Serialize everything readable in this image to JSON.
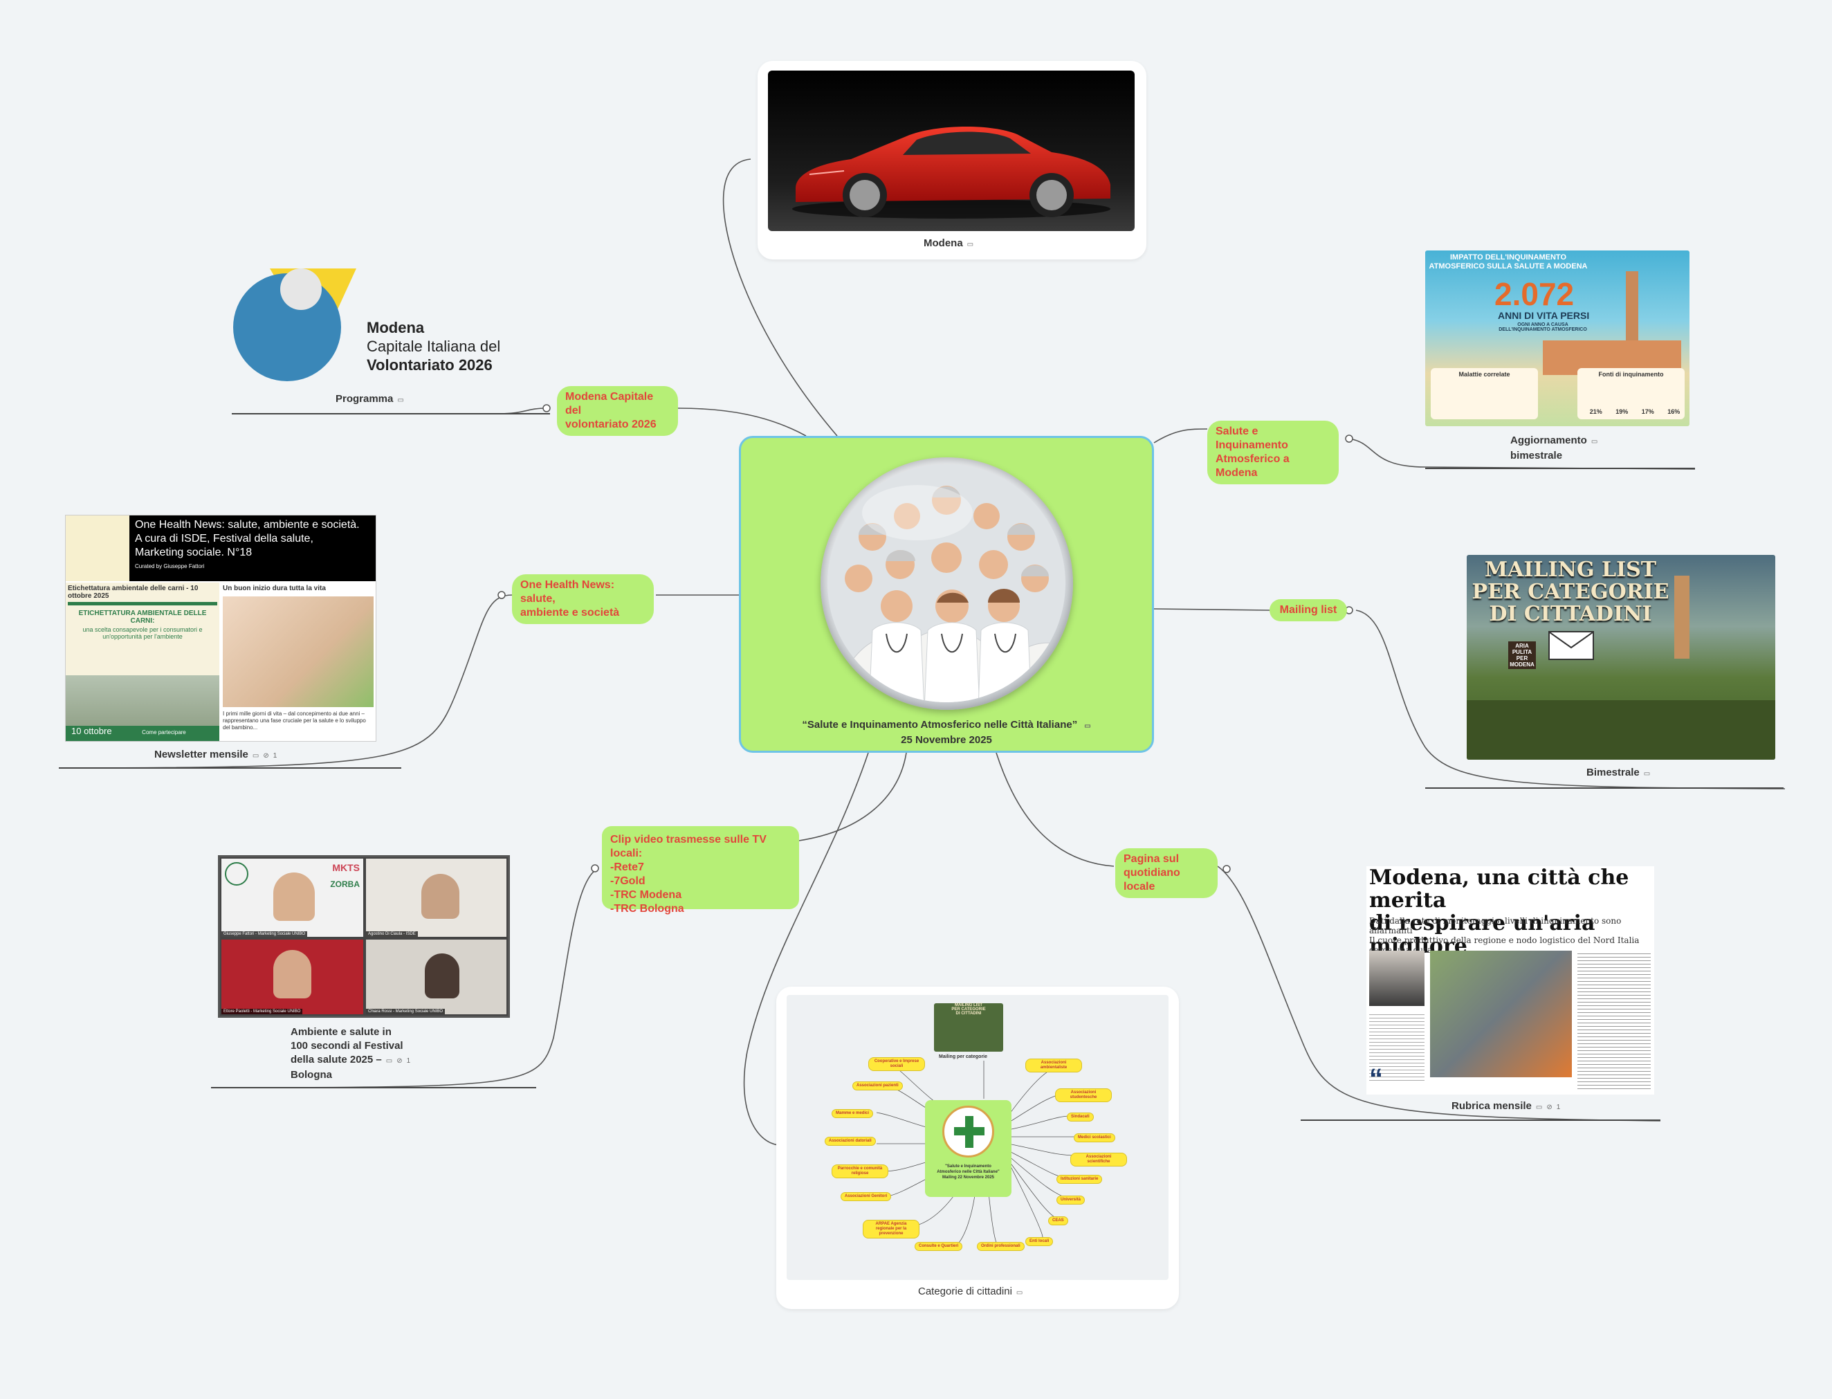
{
  "central": {
    "title_line1": "“Salute e Inquinamento Atmosferico nelle Città Italiane”",
    "title_line2": "25 Novembre 2025"
  },
  "branches": {
    "modena_capitale": {
      "line1": "Modena Capitale del",
      "line2": "volontariato 2026",
      "caption": "Programma",
      "logo": {
        "line1": "Modena",
        "line2": "Capitale Italiana del",
        "line3": "Volontariato 2026"
      }
    },
    "modena_car": {
      "caption": "Modena"
    },
    "one_health": {
      "line1": "One Health News: salute,",
      "line2": "ambiente e società",
      "caption": "Newsletter mensile",
      "attach_count": "1",
      "thumb": {
        "header_line1": "One Health News: salute, ambiente e società.",
        "header_line2": "A cura di ISDE, Festival della salute,",
        "header_line3": "Marketing sociale. N°18",
        "curated": "Curated by Giuseppe Fattori",
        "left_title": "Etichettatura ambientale delle carni - 10 ottobre 2025",
        "left_heading": "ETICHETTATURA AMBIENTALE DELLE CARNI:",
        "left_sub": "una scelta consapevole per i consumatori e un'opportunità per l'ambiente",
        "left_date": "10 ottobre",
        "left_link": "Come partecipare",
        "right_title": "Un buon inizio dura tutta la vita",
        "right_text": "I primi mille giorni di vita – dal concepimento ai due anni – rappresentano una fase cruciale per la salute e lo sviluppo del bambino..."
      }
    },
    "clip_video": {
      "line1": "Clip video trasmesse sulle TV locali:",
      "line2": "-Rete7",
      "line3": "-7Gold",
      "line4": "-TRC Modena",
      "line5": "-TRC Bologna",
      "caption_line1": "Ambiente e salute in",
      "caption_line2": "100 secondi al Festival",
      "caption_line3": "della salute 2025 –",
      "caption_line4": "Bologna",
      "attach_count": "1",
      "thumb": {
        "p1": "Giuseppe Fattori - Marketing Sociale UNIBO",
        "p2": "Agostino Di Ciaula - ISDE",
        "p3": "Ettore Paoletti - Marketing Sociale UNIBO",
        "p4": "Chiara Rossi - Marketing Sociale UNIBO",
        "logo": "MKTS",
        "logo2": "ZORBA"
      }
    },
    "salute": {
      "line1": "Salute e Inquinamento",
      "line2": "Atmosferico a Modena",
      "caption_line1": "Aggiornamento",
      "caption_line2": "bimestrale",
      "thumb": {
        "title": "IMPATTO DELL'INQUINAMENTO ATMOSFERICO SULLA SALUTE A MODENA",
        "number": "2.072",
        "sub": "ANNI DI VITA PERSI",
        "sub2": "OGNI ANNO A CAUSA DELL'INQUINAMENTO ATMOSFERICO",
        "box1": "Malattie correlate",
        "box2": "Fonti di inquinamento",
        "p1": "21%",
        "p2": "19%",
        "p3": "17%",
        "p4": "16%"
      }
    },
    "mailing": {
      "label": "Mailing list",
      "caption": "Bimestrale",
      "thumb": {
        "line1": "MAILING LIST",
        "line2": "PER CATEGORIE",
        "line3": "DI CITTADINI",
        "sign": "ARIA PULITA PER MODENA"
      }
    },
    "pagina": {
      "line1": "Pagina sul",
      "line2": "quotidiano locale",
      "caption": "Rubrica mensile",
      "attach_count": "1",
      "thumb": {
        "headline1": "Modena, una città che merita",
        "headline2": "di respirare un'aria migliore",
        "sub1": "Dati dalla rete di monitoraggio: livelli di inquinamento sono allarmanti",
        "sub2": "Il cuore produttivo della regione e nodo logistico del Nord Italia cerca una cura"
      }
    },
    "categorie": {
      "caption": "Categorie di cittadini",
      "mini": {
        "top_caption": "Mailing per categorie",
        "center_line1": "\"Salute e Inquinamento",
        "center_line2": "Atmosferico nelle Città Italiane\"",
        "center_line3": "Mailing 22 Novembre 2025",
        "left": [
          "Cooperative e Imprese sociali",
          "Associazioni pazienti",
          "Mamme e medici",
          "Associazioni datoriali",
          "Parrocchie e comunità religiose",
          "Associazioni Genitori",
          "ARPAE Agenzia regionale per la prevenzione"
        ],
        "right": [
          "Associazioni ambientaliste",
          "Associazioni studentesche",
          "Sindacati",
          "Medici scolastici",
          "Associazioni scientifiche",
          "Istituzioni sanitarie",
          "Università",
          "CEAS",
          "Enti locali"
        ],
        "bottom": [
          "Consulte e Quartieri",
          "Ordini professionali"
        ]
      }
    }
  }
}
